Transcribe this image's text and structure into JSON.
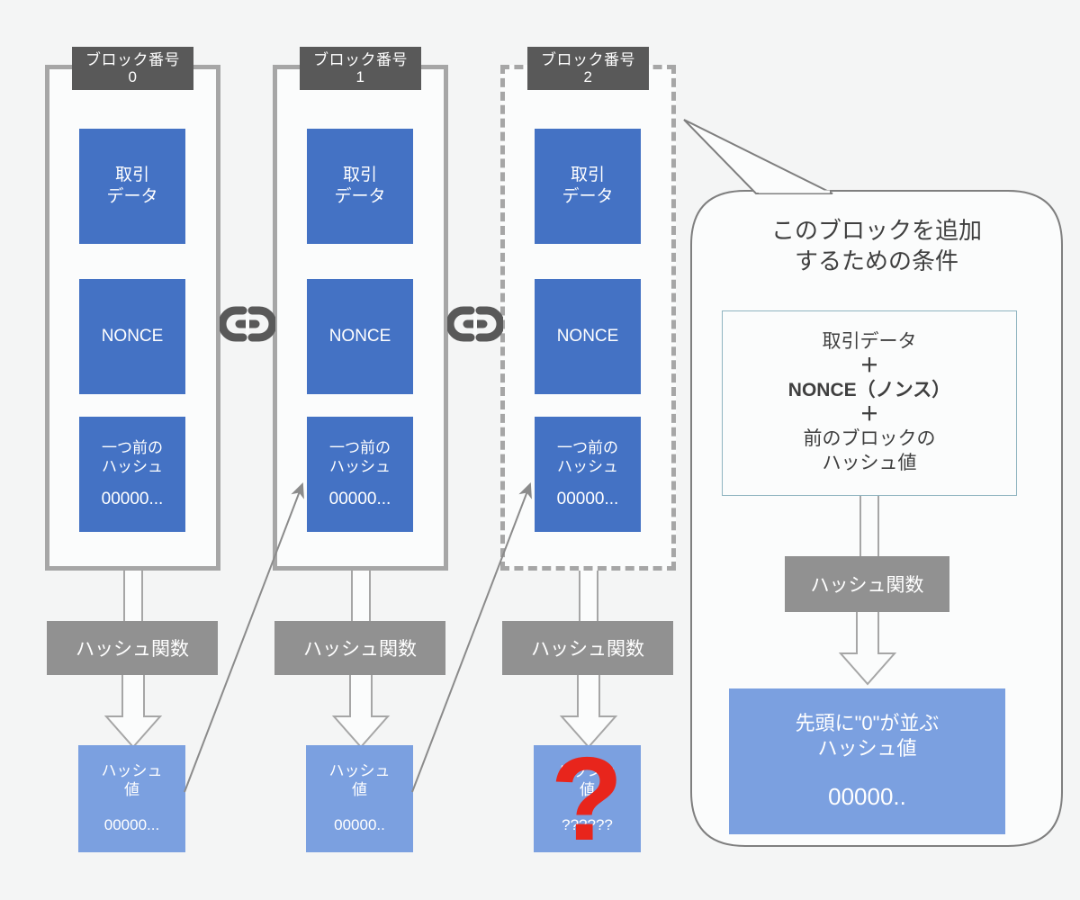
{
  "diagram": {
    "title": "Blockchain block structure and proof-of-work diagram",
    "background_color": "#f4f5f5",
    "colors": {
      "block_border": "#a6a6a6",
      "header_fill": "#595959",
      "cell_fill": "#4472c4",
      "hashfn_fill": "#919191",
      "result_fill": "#7ba0e0",
      "formula_border": "#8fb4c0",
      "question_mark": "#e8251c",
      "text_light": "#ffffff",
      "text_dark": "#3f3f3f"
    }
  },
  "blocks": [
    {
      "header_label": "ブロック番号",
      "header_number": "0",
      "border_style": "solid",
      "cells": [
        {
          "line1": "取引",
          "line2": "データ",
          "hash": ""
        },
        {
          "line1": "NONCE",
          "line2": "",
          "hash": ""
        },
        {
          "line1": "一つ前の",
          "line2": "ハッシュ",
          "hash": "00000..."
        }
      ],
      "hash_function_label": "ハッシュ関数",
      "result": {
        "line1": "ハッシュ",
        "line2": "値",
        "hash": "00000..."
      },
      "result_unknown": false
    },
    {
      "header_label": "ブロック番号",
      "header_number": "1",
      "border_style": "solid",
      "cells": [
        {
          "line1": "取引",
          "line2": "データ",
          "hash": ""
        },
        {
          "line1": "NONCE",
          "line2": "",
          "hash": ""
        },
        {
          "line1": "一つ前の",
          "line2": "ハッシュ",
          "hash": "00000..."
        }
      ],
      "hash_function_label": "ハッシュ関数",
      "result": {
        "line1": "ハッシュ",
        "line2": "値",
        "hash": "00000.."
      },
      "result_unknown": false
    },
    {
      "header_label": "ブロック番号",
      "header_number": "2",
      "border_style": "dashed",
      "cells": [
        {
          "line1": "取引",
          "line2": "データ",
          "hash": ""
        },
        {
          "line1": "NONCE",
          "line2": "",
          "hash": ""
        },
        {
          "line1": "一つ前の",
          "line2": "ハッシュ",
          "hash": "00000..."
        }
      ],
      "hash_function_label": "ハッシュ関数",
      "result": {
        "line1": "ハッシュ",
        "line2": "値",
        "hash": "??????"
      },
      "result_unknown": true,
      "unknown_glyph": "?"
    }
  ],
  "chain_links": [
    {
      "icon": "chain-link-icon"
    },
    {
      "icon": "chain-link-icon"
    }
  ],
  "callout": {
    "title_line1": "このブロックを追加",
    "title_line2": "するための条件",
    "formula": {
      "line1": "取引データ",
      "plus1": "＋",
      "line2": "NONCE（ノンス）",
      "plus2": "＋",
      "line3": "前のブロックの",
      "line4": "ハッシュ値"
    },
    "hash_function_label": "ハッシュ関数",
    "result": {
      "line1": "先頭に\"0\"が並ぶ",
      "line2": "ハッシュ値",
      "hash": "00000.."
    }
  }
}
